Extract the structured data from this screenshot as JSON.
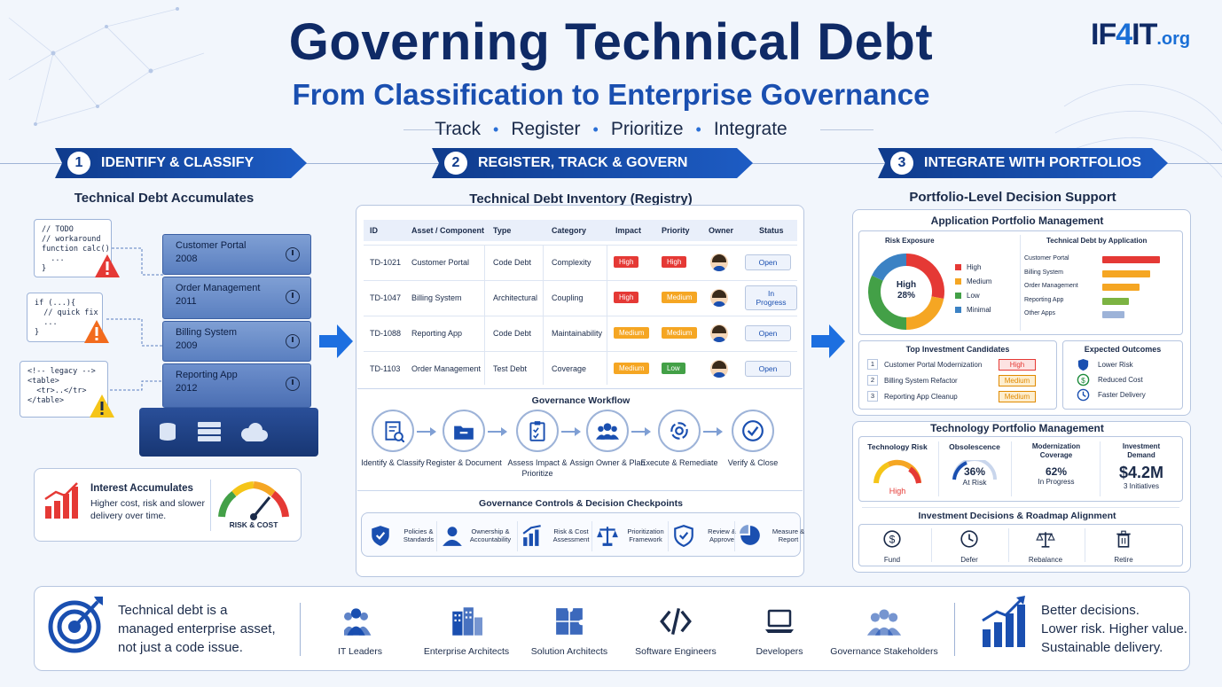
{
  "header": {
    "title": "Governing Technical Debt",
    "subtitle": "From Classification to Enterprise Governance",
    "tags": [
      "Track",
      "Register",
      "Prioritize",
      "Integrate"
    ],
    "logo_main": "IF",
    "logo_four": "4",
    "logo_it": "IT",
    "logo_org": ".org"
  },
  "steps": [
    {
      "num": "1",
      "label": "IDENTIFY & CLASSIFY"
    },
    {
      "num": "2",
      "label": "REGISTER, TRACK & GOVERN"
    },
    {
      "num": "3",
      "label": "INTEGRATE WITH PORTFOLIOS"
    }
  ],
  "identify": {
    "heading": "Technical Debt Accumulates",
    "code": [
      "// TODO\n// workaround\nfunction calc()\n  ...\n}",
      "if (...){\n  // quick fix\n  ...\n}",
      "<!-- legacy -->\n<table>\n  <tr>..</tr>\n</table>"
    ],
    "layers": [
      {
        "name": "Customer Portal",
        "year": "2008"
      },
      {
        "name": "Order Management",
        "year": "2011"
      },
      {
        "name": "Billing System",
        "year": "2009"
      },
      {
        "name": "Reporting App",
        "year": "2012"
      }
    ],
    "interest_title": "Interest Accumulates",
    "interest_text": "Higher cost, risk and slower delivery over time.",
    "gauge_label": "RISK & COST"
  },
  "registry": {
    "heading": "Technical Debt Inventory (Registry)",
    "columns": [
      "ID",
      "Asset / Component",
      "Type",
      "Category",
      "Impact",
      "Priority",
      "Owner",
      "Status"
    ],
    "rows": [
      {
        "id": "TD-1021",
        "asset": "Customer Portal",
        "type": "Code Debt",
        "category": "Complexity",
        "impact": "High",
        "priority": "High",
        "status": "Open"
      },
      {
        "id": "TD-1047",
        "asset": "Billing System",
        "type": "Architectural",
        "category": "Coupling",
        "impact": "High",
        "priority": "Medium",
        "status": "In Progress"
      },
      {
        "id": "TD-1088",
        "asset": "Reporting App",
        "type": "Code Debt",
        "category": "Maintainability",
        "impact": "Medium",
        "priority": "Medium",
        "status": "Open"
      },
      {
        "id": "TD-1103",
        "asset": "Order Management",
        "type": "Test Debt",
        "category": "Coverage",
        "impact": "Medium",
        "priority": "Low",
        "status": "Open"
      }
    ]
  },
  "workflow": {
    "heading": "Governance Workflow",
    "steps": [
      "Identify & Classify",
      "Register & Document",
      "Assess Impact & Prioritize",
      "Assign Owner & Plan",
      "Execute & Remediate",
      "Verify & Close"
    ]
  },
  "controls": {
    "heading": "Governance Controls & Decision Checkpoints",
    "items": [
      "Policies & Standards",
      "Ownership & Accountability",
      "Risk & Cost Assessment",
      "Prioritization Framework",
      "Review & Approve",
      "Measure & Report"
    ]
  },
  "portfolio": {
    "heading": "Portfolio-Level Decision Support",
    "apm_title": "Application Portfolio Management",
    "risk_title": "Risk Exposure",
    "donut_center": "High",
    "donut_value": "28%",
    "risk_legend": [
      "High",
      "Medium",
      "Low",
      "Minimal"
    ],
    "risk_shares": [
      28,
      22,
      32,
      18
    ],
    "debt_title": "Technical Debt by Application",
    "debt_apps": [
      {
        "name": "Customer Portal",
        "value": 100,
        "color": "#e53935"
      },
      {
        "name": "Billing System",
        "value": 82,
        "color": "#f5a623"
      },
      {
        "name": "Order Management",
        "value": 64,
        "color": "#f5a623"
      },
      {
        "name": "Reporting App",
        "value": 46,
        "color": "#7cb342"
      },
      {
        "name": "Other Apps",
        "value": 38,
        "color": "#9db3d8"
      }
    ],
    "candidates_title": "Top Investment Candidates",
    "candidates": [
      {
        "num": "1",
        "name": "Customer Portal Modernization",
        "level": "High"
      },
      {
        "num": "2",
        "name": "Billing System Refactor",
        "level": "Medium"
      },
      {
        "num": "3",
        "name": "Reporting App Cleanup",
        "level": "Medium"
      }
    ],
    "outcomes_title": "Expected Outcomes",
    "outcomes": [
      "Lower Risk",
      "Reduced Cost",
      "Faster Delivery"
    ],
    "tpm_title": "Technology Portfolio Management",
    "tpm": {
      "tech_risk_label": "Technology Risk",
      "tech_risk_value": "High",
      "obsolescence_label": "Obsolescence",
      "obsolescence_value": "36%",
      "obsolescence_sub": "At Risk",
      "modern_label": "Modernization Coverage",
      "modern_value": "62%",
      "modern_sub": "In Progress",
      "invest_label": "Investment Demand",
      "invest_value": "$4.2M",
      "invest_sub": "3 Initiatives"
    },
    "decisions_title": "Investment Decisions & Roadmap Alignment",
    "decisions": [
      "Fund",
      "Defer",
      "Rebalance",
      "Retire"
    ]
  },
  "footer": {
    "statement": "Technical debt is a managed enterprise asset, not just a code issue.",
    "statement_l1": "Technical debt is a",
    "statement_l2": "managed enterprise asset,",
    "statement_l3": "not just a code issue.",
    "roles": [
      "IT Leaders",
      "Enterprise Architects",
      "Solution Architects",
      "Software Engineers",
      "Developers",
      "Governance Stakeholders"
    ],
    "outcome_l1": "Better decisions.",
    "outcome_l2": "Lower risk. Higher value.",
    "outcome_l3": "Sustainable delivery."
  },
  "colors": {
    "navy": "#0f2a66",
    "blue": "#1a4fb0",
    "high": "#e53935",
    "medium": "#f5a623",
    "low": "#43a047",
    "minimal": "#3b82c4"
  }
}
